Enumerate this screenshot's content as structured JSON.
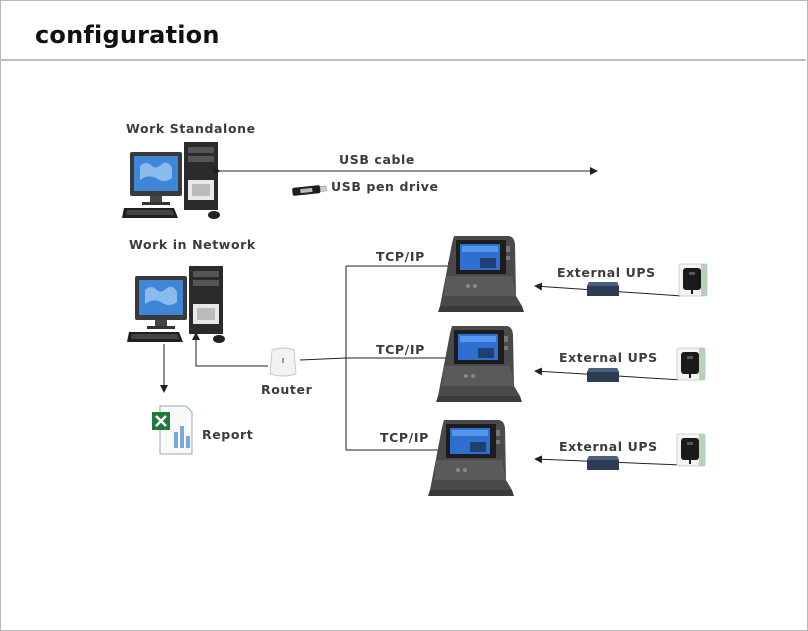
{
  "header": {
    "title": "configuration"
  },
  "labels": {
    "standalone": "Work Standalone",
    "usb_cable": "USB cable",
    "usb_pen": "USB pen drive",
    "network": "Work in Network",
    "router": "Router",
    "report": "Report",
    "tcp1": "TCP/IP",
    "tcp2": "TCP/IP",
    "tcp3": "TCP/IP",
    "ups1": "External UPS",
    "ups2": "External UPS",
    "ups3": "External UPS"
  },
  "colors": {
    "line": "#222222",
    "screen": "#2f6fd0",
    "device_body": "#555555",
    "excel_green": "#1f7a3a"
  },
  "icons": [
    "desktop-computer-icon",
    "usb-pen-drive-icon",
    "router-icon",
    "excel-report-icon",
    "terminal-device-icon",
    "ups-box-icon",
    "power-socket-icon"
  ]
}
